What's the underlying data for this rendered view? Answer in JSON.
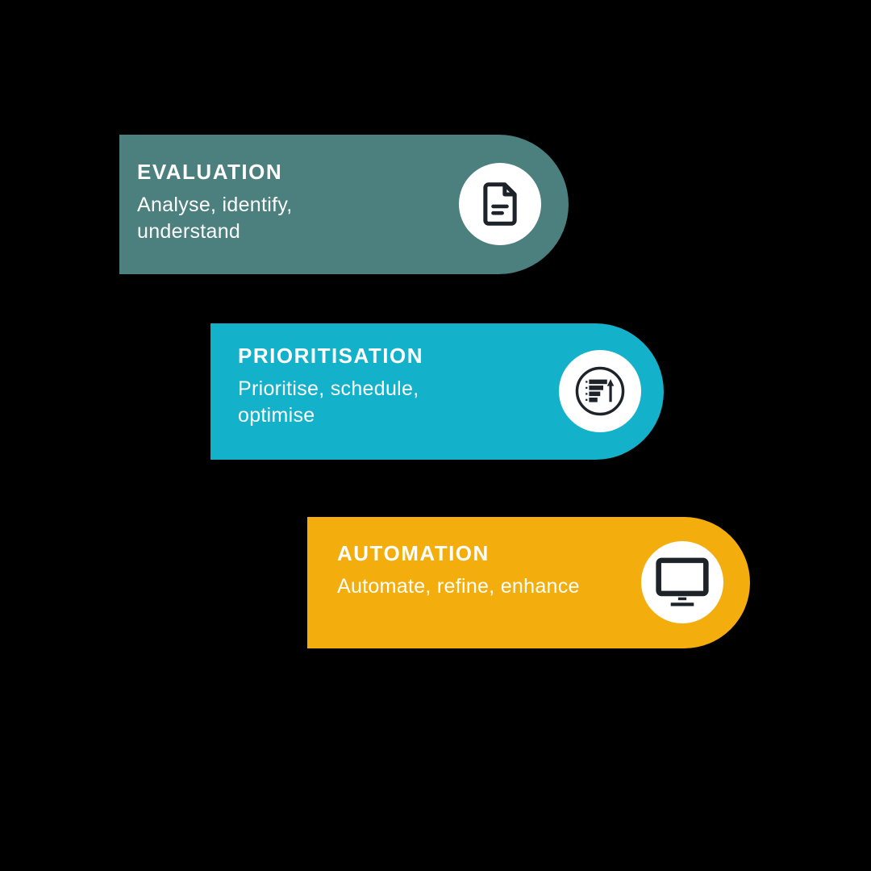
{
  "colors": {
    "background": "#000000",
    "icon": "#1d2329",
    "icon_circle": "#ffffff",
    "text": "#ffffff"
  },
  "steps": [
    {
      "title": "EVALUATION",
      "subtitle": "Analyse, identify,\nunderstand",
      "color": "#4b807e",
      "icon": "document-icon"
    },
    {
      "title": "PRIORITISATION",
      "subtitle": "Prioritise, schedule,\noptimise",
      "color": "#14b1cb",
      "icon": "sort-priority-icon"
    },
    {
      "title": "AUTOMATION",
      "subtitle": "Automate, refine, enhance",
      "color": "#f3ae0d",
      "icon": "monitor-icon"
    }
  ]
}
